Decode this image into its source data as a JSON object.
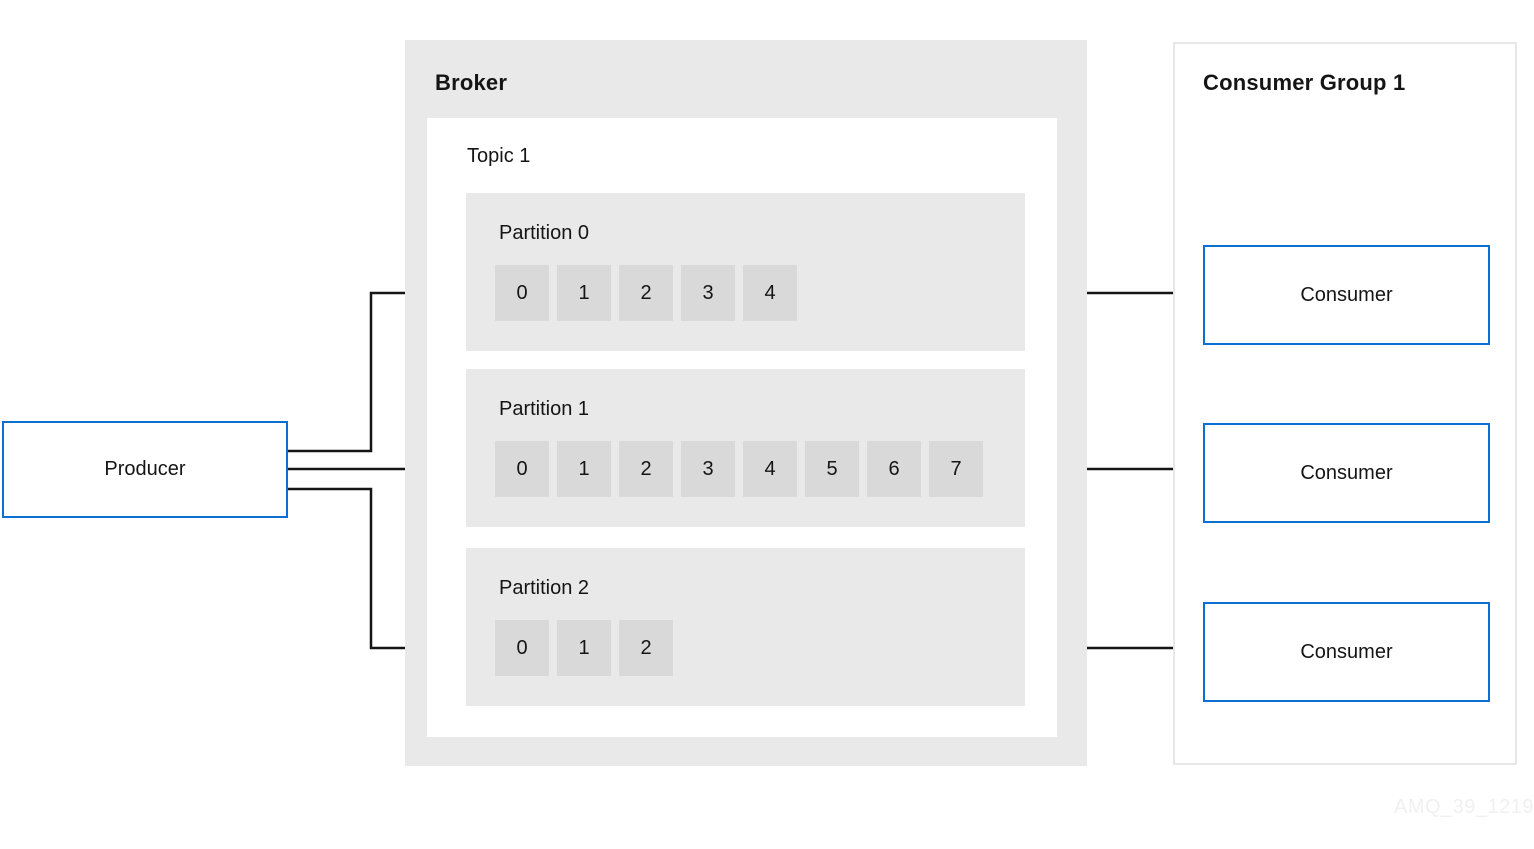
{
  "diagram": {
    "producer": {
      "label": "Producer"
    },
    "broker": {
      "label": "Broker",
      "topic": {
        "label": "Topic 1",
        "partitions": [
          {
            "label": "Partition 0",
            "messages": [
              "0",
              "1",
              "2",
              "3",
              "4"
            ]
          },
          {
            "label": "Partition 1",
            "messages": [
              "0",
              "1",
              "2",
              "3",
              "4",
              "5",
              "6",
              "7"
            ]
          },
          {
            "label": "Partition 2",
            "messages": [
              "0",
              "1",
              "2"
            ]
          }
        ]
      }
    },
    "consumer_group": {
      "label": "Consumer Group 1",
      "consumers": [
        {
          "label": "Consumer"
        },
        {
          "label": "Consumer"
        },
        {
          "label": "Consumer"
        }
      ]
    },
    "flows": [
      {
        "from": "Producer",
        "to": "Partition 0"
      },
      {
        "from": "Producer",
        "to": "Partition 1"
      },
      {
        "from": "Producer",
        "to": "Partition 2"
      },
      {
        "from": "Partition 0",
        "to": "Consumer"
      },
      {
        "from": "Partition 1",
        "to": "Consumer"
      },
      {
        "from": "Partition 2",
        "to": "Consumer"
      }
    ],
    "watermark": "AMQ_39_1219",
    "colors": {
      "accent_blue": "#0b6fd4",
      "panel_gray": "#e9e9e9",
      "cell_gray": "#d9d9d9",
      "text_black": "#151515",
      "group_border": "#e7e7e7",
      "arrow_black": "#151515",
      "watermark_gray": "#f0f0f0"
    }
  }
}
